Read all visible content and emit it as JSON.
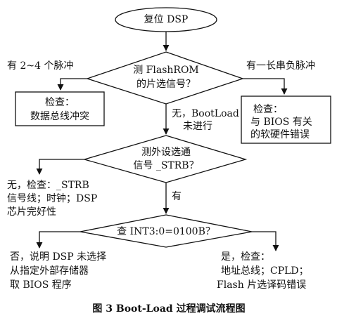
{
  "flowchart": {
    "start": "复位 DSP",
    "decision1": {
      "line1": "测 FlashROM",
      "line2": "的片选信号？"
    },
    "left_branch1": "有 2~4 个脉冲",
    "right_branch1": "有一长串负脉冲",
    "box_left": {
      "line1": "检查：",
      "line2": "数据总线冲突"
    },
    "box_right": {
      "line1": "检查：",
      "line2": "与 BIOS 有关",
      "line3": "的软硬件错误"
    },
    "down_label1": {
      "line1": "无，BootLoad",
      "line2": "未进行"
    },
    "decision2": {
      "line1": "测外设选通",
      "line2": "信号 _STRB？"
    },
    "note_strb": {
      "line1": "无，检查：_STRB",
      "line2": "信号线；时钟；DSP",
      "line3": "芯片完好性"
    },
    "down_label2": "有",
    "decision3": "查 INT3:0=0100B？",
    "note_no": {
      "line1": "否，说明 DSP 未选择",
      "line2": "从指定外部存储器",
      "line3": "取 BIOS 程序"
    },
    "note_yes": {
      "line1": "是，检查：",
      "line2": "地址总线；CPLD；",
      "line3": "Flash 片选译码错误"
    },
    "caption": "图 3  Boot-Load 过程调试流程图"
  }
}
